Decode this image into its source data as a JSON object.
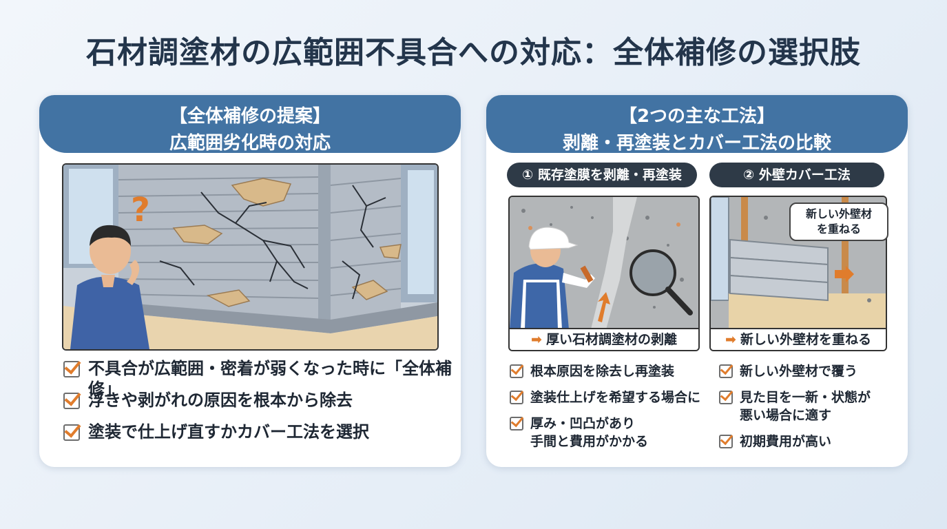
{
  "title": "石材調塗材の広範囲不具合への対応：全体補修の選択肢",
  "left_card": {
    "heading_line1": "【全体補修の提案】",
    "heading_line2": "広範囲劣化時の対応",
    "checks": [
      "不具合が広範囲・密着が弱くなった時に「全体補修」",
      "浮きや剥がれの原因を根本から除去",
      "塗装で仕上げ直すかカバー工法を選択"
    ]
  },
  "right_card": {
    "heading_line1": "【2つの主な工法】",
    "heading_line2": "剥離・再塗装とカバー工法の比較",
    "method1": {
      "label": "① 既存塗膜を剥離・再塗装",
      "caption": "厚い石材調塗材の剥離",
      "checks": [
        "根本原因を除去し再塗装",
        "塗装仕上げを希望する場合に",
        "厚み・凹凸があり\n手間と費用がかかる"
      ]
    },
    "method2": {
      "label": "② 外壁カバー工法",
      "bubble": "新しい外壁材\nを重ねる",
      "caption": "新しい外壁材を重ねる",
      "checks": [
        "新しい外壁材で覆う",
        "見た目を一新・状態が\n悪い場合に適す",
        "初期費用が高い"
      ]
    }
  },
  "icons": [
    "question-icon",
    "magnifier-icon",
    "check-icon",
    "arrow-right-icon"
  ],
  "colors": {
    "header_blue": "#4273a3",
    "pill_dark": "#2e3a47",
    "accent_orange": "#e07c2c"
  }
}
